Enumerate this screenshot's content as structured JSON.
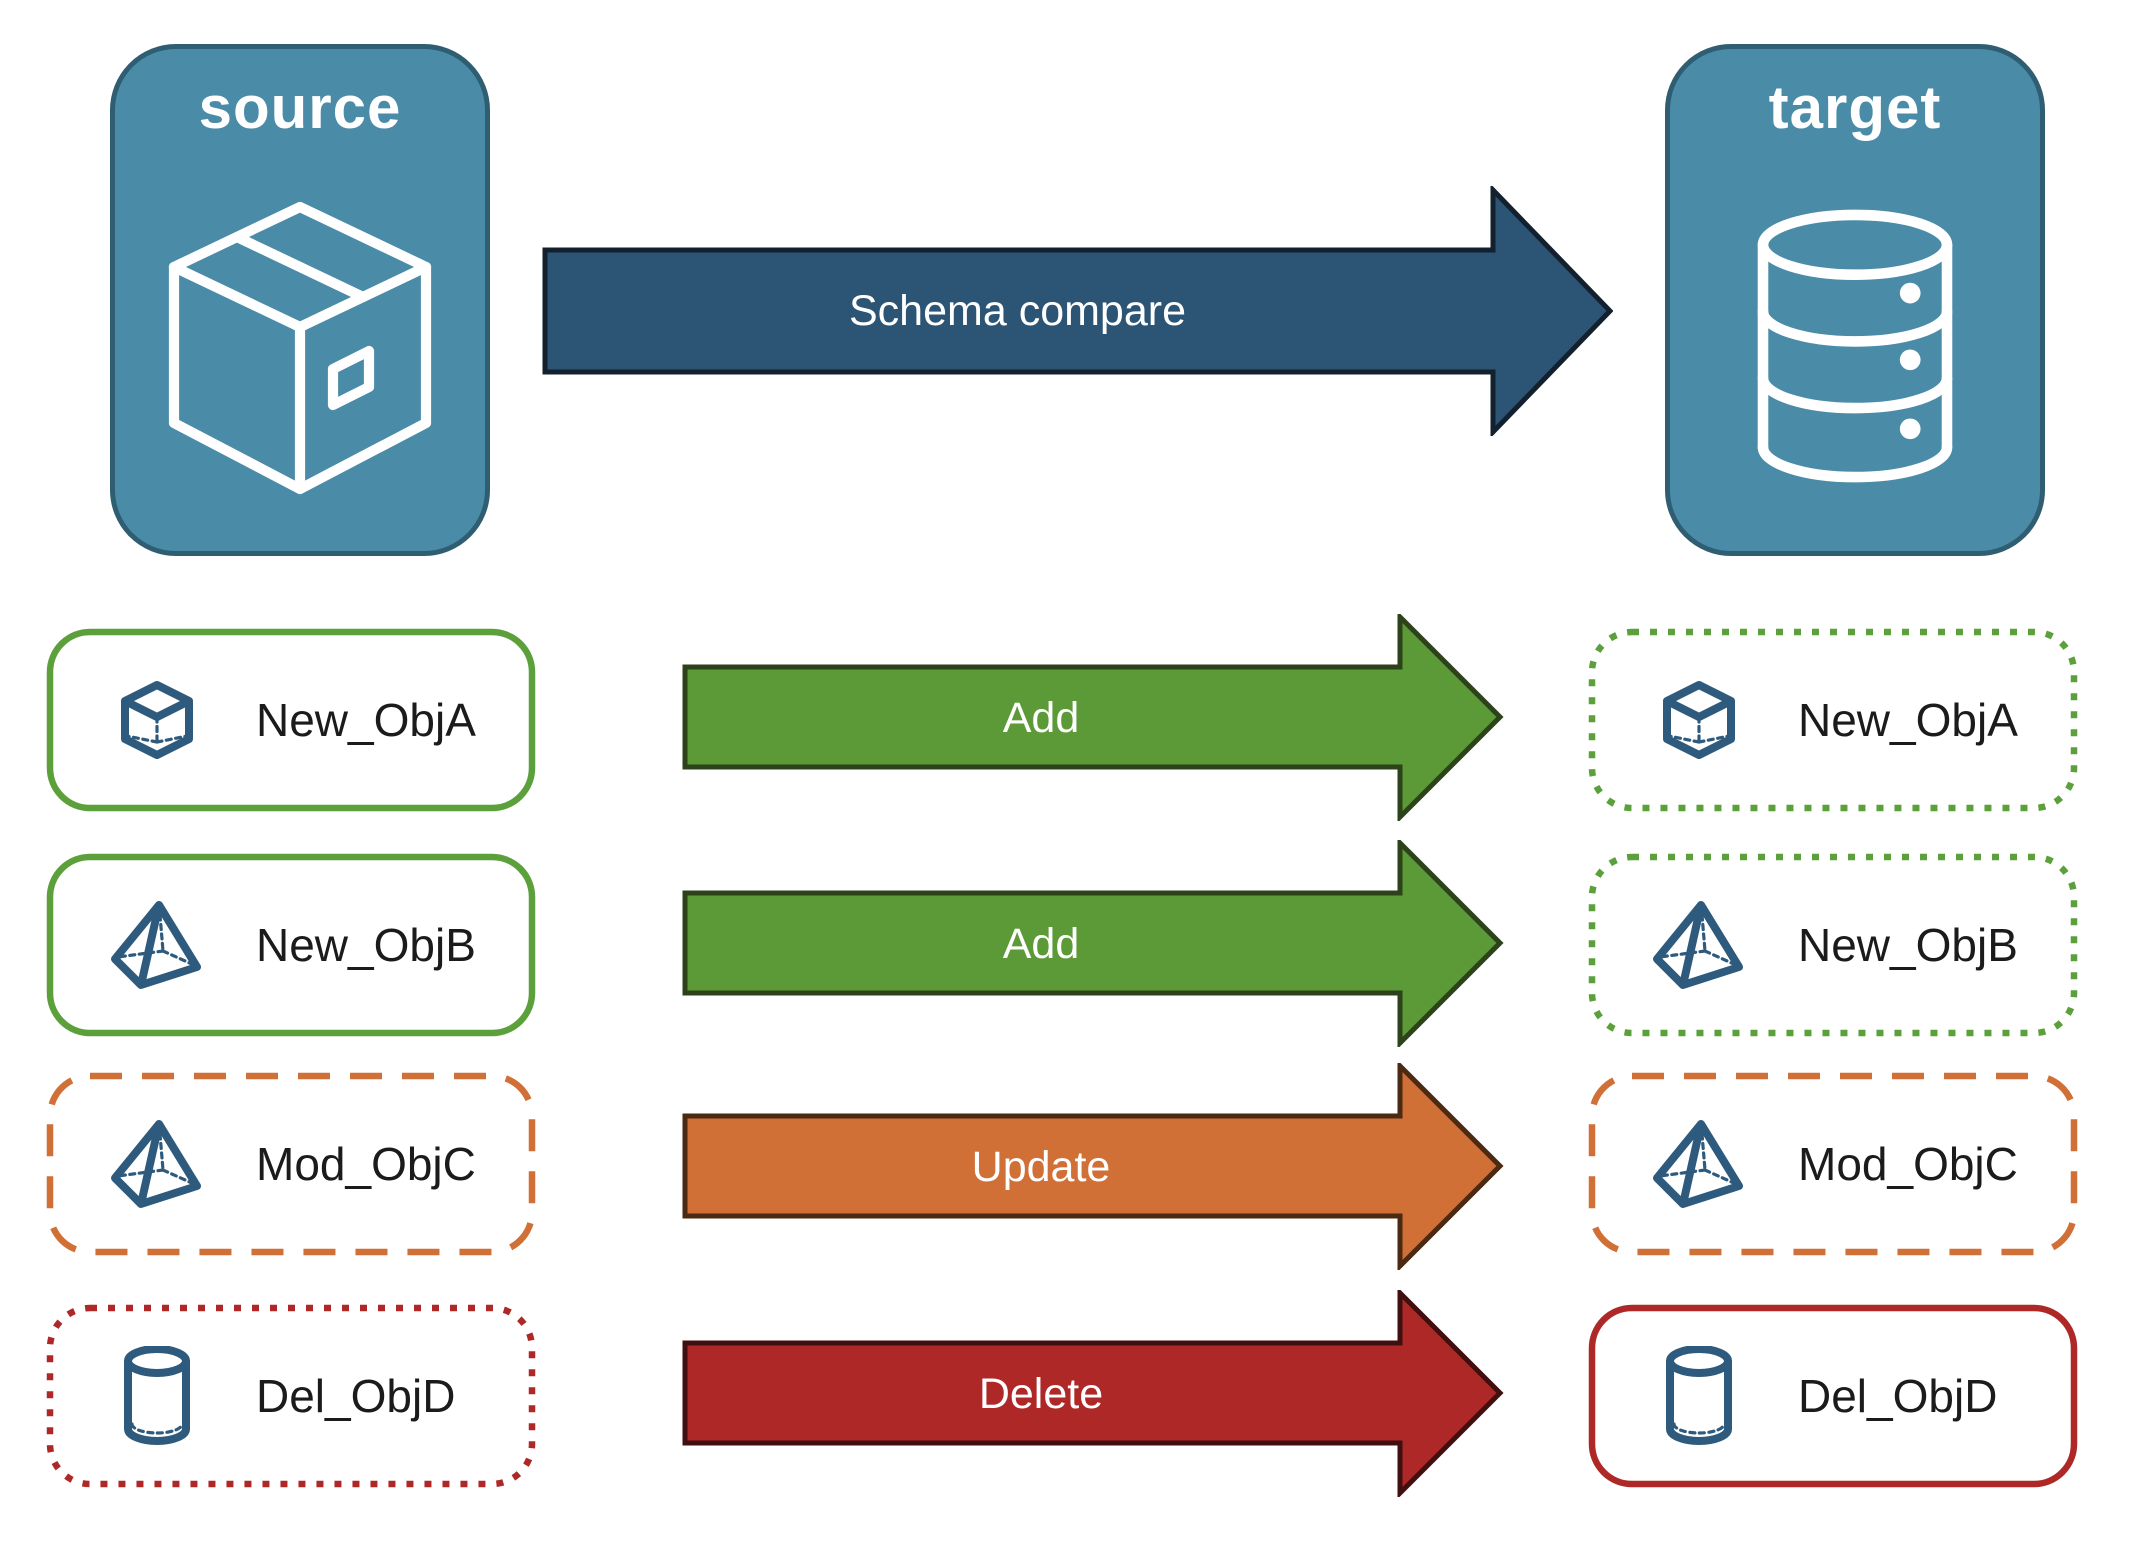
{
  "colors": {
    "panel_blue": "#4A8BA8",
    "panel_border": "#2F5E73",
    "arrow_blue": "#2B5475",
    "arrow_blue_border": "#13202D",
    "green": "#5C9937",
    "green_border": "#2C421A",
    "green_box": "#5CA03C",
    "orange": "#D06F36",
    "orange_border": "#4A2A12",
    "red": "#AE2828",
    "red_border": "#401010",
    "icon_blue": "#2E5B7D",
    "label_text": "#1B1B1B"
  },
  "source_panel": {
    "title": "source",
    "icon": "package-box-icon"
  },
  "target_panel": {
    "title": "target",
    "icon": "database-icon"
  },
  "main_arrow": {
    "label": "Schema compare",
    "direction": "source-to-target"
  },
  "rows": [
    {
      "left": {
        "label": "New_ObjA",
        "icon": "cube-icon",
        "border_style": "solid-green"
      },
      "arrow": {
        "label": "Add",
        "color_key": "green"
      },
      "right": {
        "label": "New_ObjA",
        "icon": "cube-icon",
        "border_style": "dotted-green"
      }
    },
    {
      "left": {
        "label": "New_ObjB",
        "icon": "pyramid-icon",
        "border_style": "solid-green"
      },
      "arrow": {
        "label": "Add",
        "color_key": "green"
      },
      "right": {
        "label": "New_ObjB",
        "icon": "pyramid-icon",
        "border_style": "dotted-green"
      }
    },
    {
      "left": {
        "label": "Mod_ObjC",
        "icon": "pyramid-icon",
        "border_style": "dashed-orange"
      },
      "arrow": {
        "label": "Update",
        "color_key": "orange"
      },
      "right": {
        "label": "Mod_ObjC",
        "icon": "pyramid-icon",
        "border_style": "dashed-orange"
      }
    },
    {
      "left": {
        "label": "Del_ObjD",
        "icon": "cylinder-icon",
        "border_style": "dotted-red"
      },
      "arrow": {
        "label": "Delete",
        "color_key": "red"
      },
      "right": {
        "label": "Del_ObjD",
        "icon": "cylinder-icon",
        "border_style": "solid-red"
      }
    }
  ]
}
